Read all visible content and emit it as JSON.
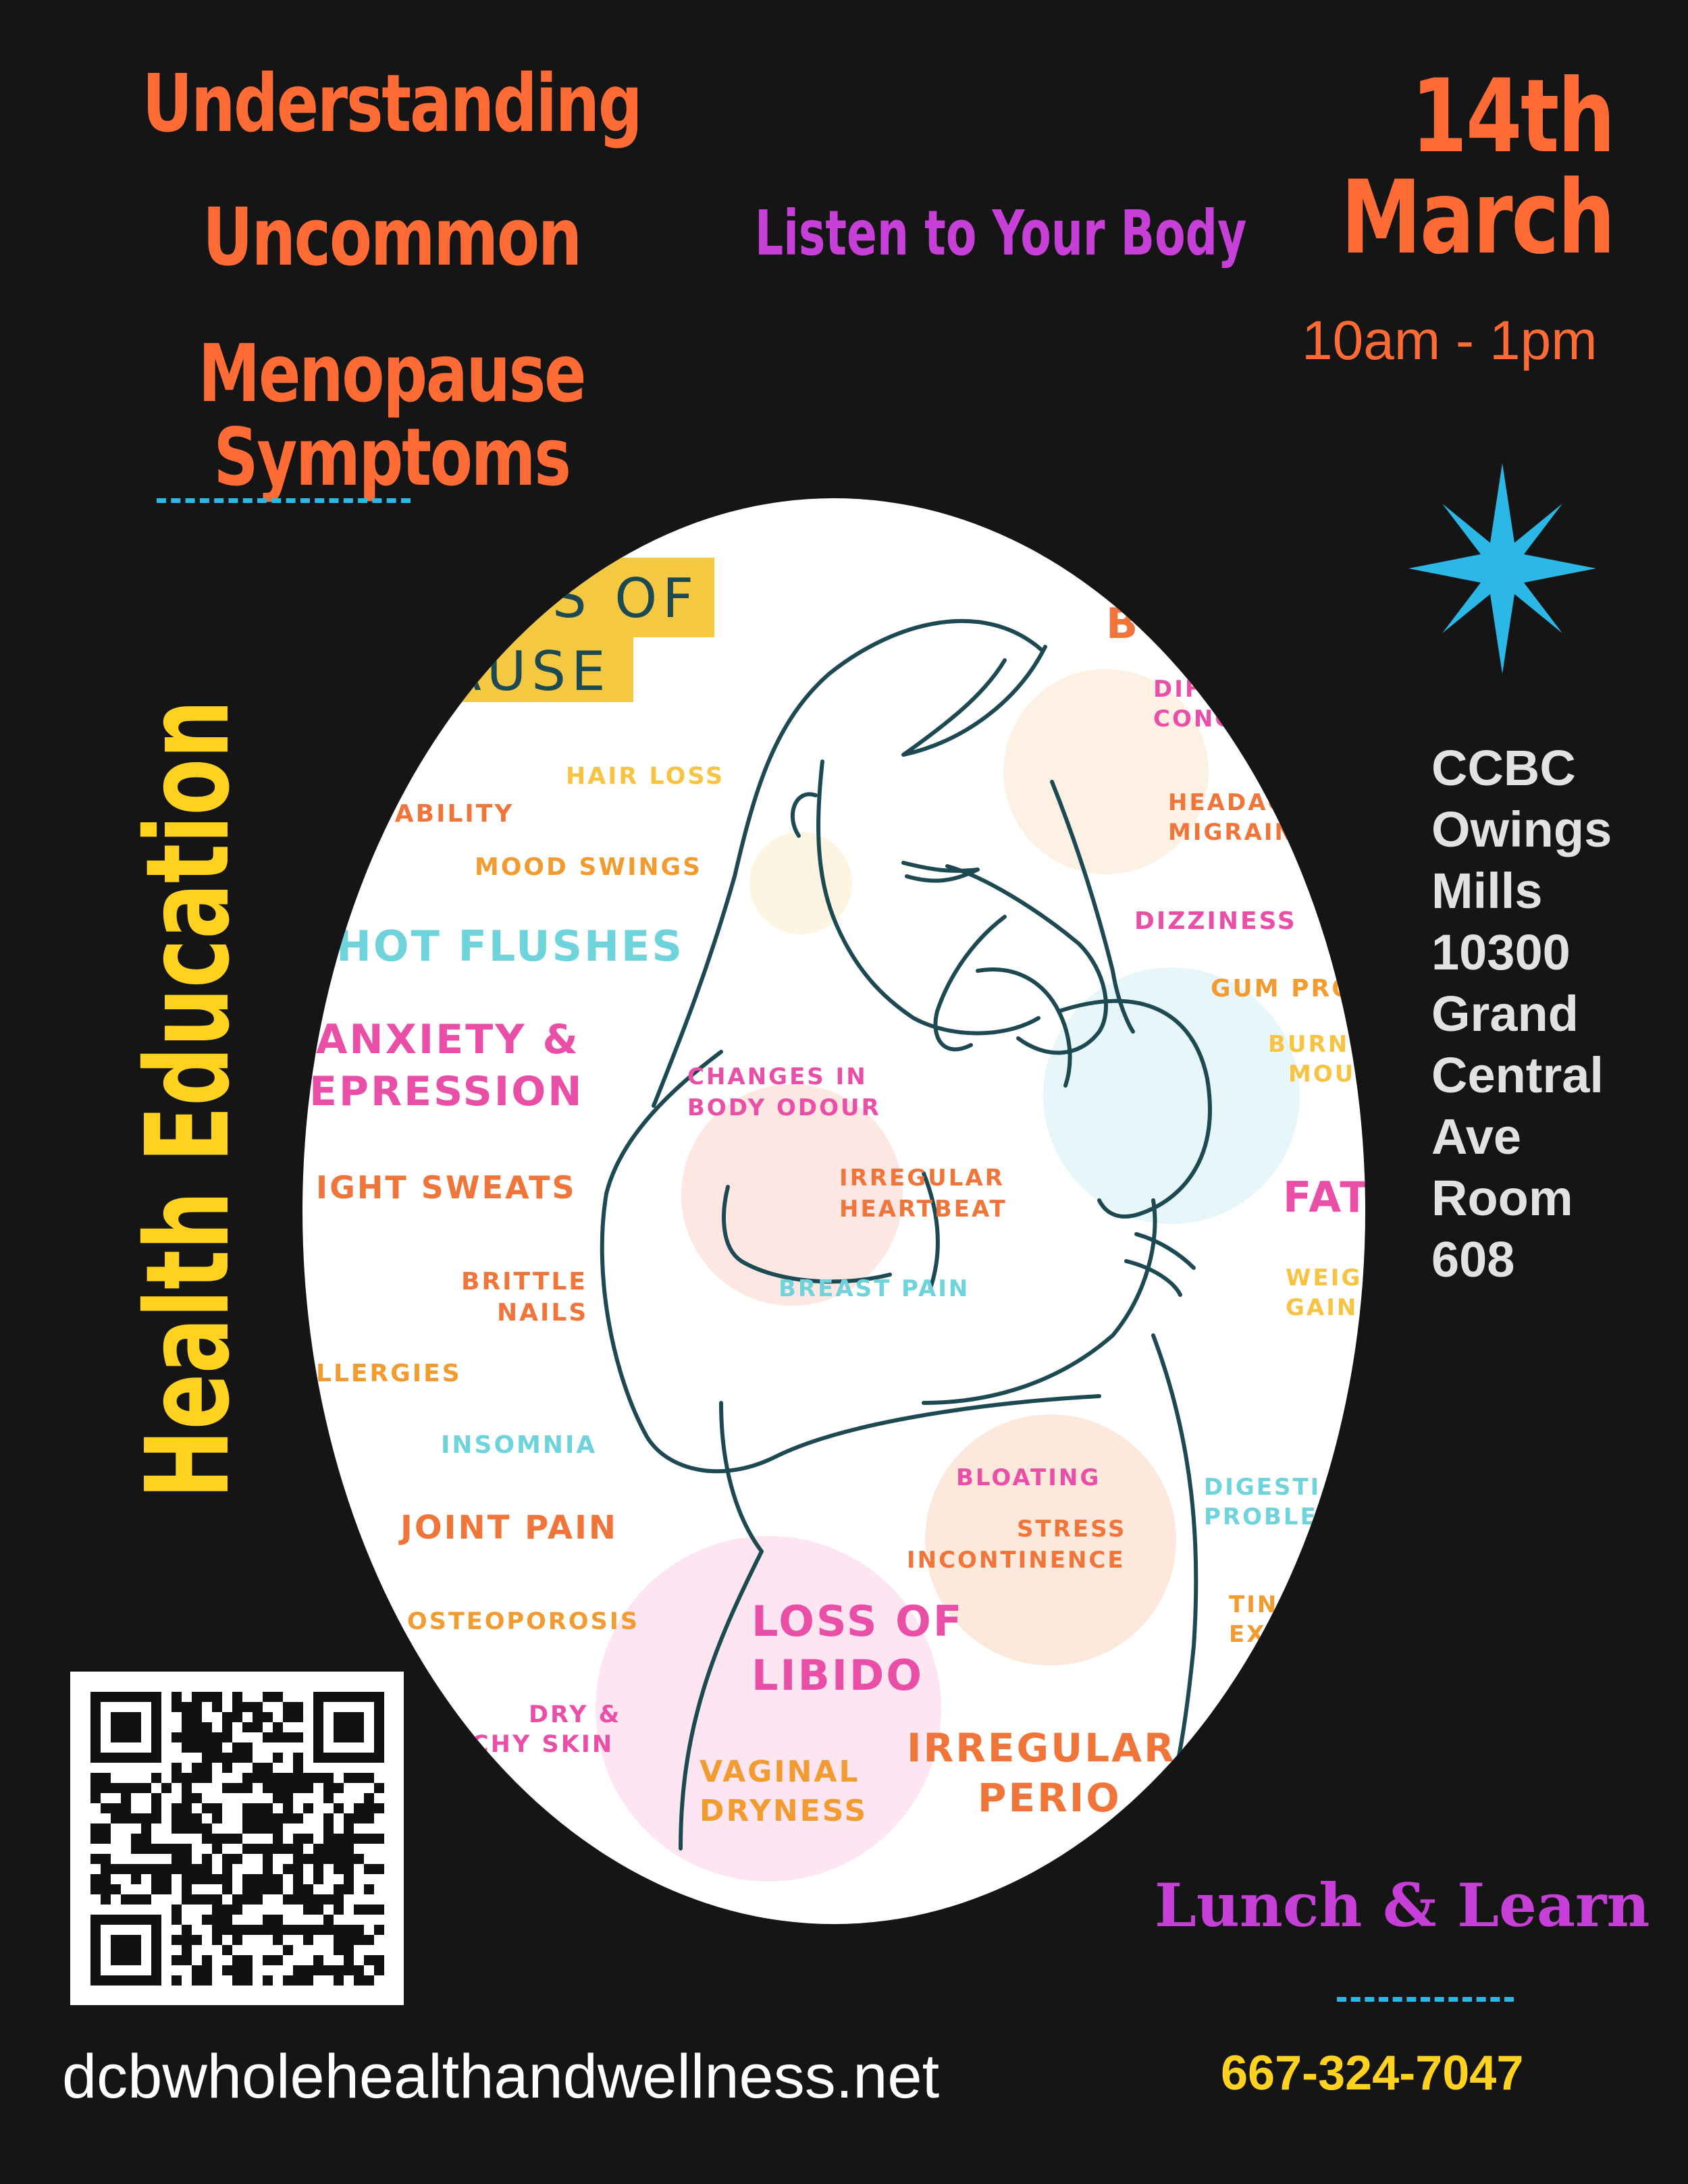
{
  "header": {
    "title_lines": [
      "Understanding",
      "Uncommon",
      "Menopause Symptoms"
    ],
    "tagline": "Listen to Your Body",
    "date_day": "14th",
    "date_month": "March",
    "time": "10am - 1pm"
  },
  "side_banner": {
    "text": "Health Education"
  },
  "location": {
    "lines": [
      "CCBC",
      "Owings",
      "Mills",
      "10300",
      "Grand",
      "Central",
      "Ave",
      "Room",
      "608"
    ]
  },
  "event": {
    "type": "Lunch & Learn",
    "phone": "667-324-7047"
  },
  "website": "dcbwholehealthandwellness.net",
  "illustration": {
    "banner_lines": [
      "S OF",
      "AUSE"
    ],
    "symptoms": [
      {
        "text": "HAIR LOSS",
        "color": "#f6c343"
      },
      {
        "text": "TABILITY",
        "color": "#f0753a"
      },
      {
        "text": "MOOD SWINGS",
        "color": "#f29b30"
      },
      {
        "text": "HOT FLUSHES",
        "color": "#6fd3dc"
      },
      {
        "text": "ANXIETY &",
        "color": "#ea4fa8"
      },
      {
        "text": "EPRESSION",
        "color": "#ea4fa8"
      },
      {
        "text": "IGHT SWEATS",
        "color": "#f0753a"
      },
      {
        "text": "BRITTLE",
        "color": "#f0753a"
      },
      {
        "text": "NAILS",
        "color": "#f0753a"
      },
      {
        "text": "LLERGIES",
        "color": "#f29b30"
      },
      {
        "text": "INSOMNIA",
        "color": "#6fd3dc"
      },
      {
        "text": "JOINT PAIN",
        "color": "#f0753a"
      },
      {
        "text": "OSTEOPOROSIS",
        "color": "#f29b30"
      },
      {
        "text": "DRY &",
        "color": "#ea4fa8"
      },
      {
        "text": "CHY SKIN",
        "color": "#ea4fa8"
      },
      {
        "text": "CHANGES IN",
        "color": "#ea4fa8"
      },
      {
        "text": "BODY ODOUR",
        "color": "#ea4fa8"
      },
      {
        "text": "IRREGULAR",
        "color": "#f0753a"
      },
      {
        "text": "HEARTBEAT",
        "color": "#f0753a"
      },
      {
        "text": "BREAST PAIN",
        "color": "#6fd3dc"
      },
      {
        "text": "BLOATING",
        "color": "#ea4fa8"
      },
      {
        "text": "STRESS",
        "color": "#f0753a"
      },
      {
        "text": "INCONTINENCE",
        "color": "#f0753a"
      },
      {
        "text": "LOSS OF",
        "color": "#ea4fa8"
      },
      {
        "text": "LIBIDO",
        "color": "#ea4fa8"
      },
      {
        "text": "VAGINAL",
        "color": "#f29b30"
      },
      {
        "text": "DRYNESS",
        "color": "#f29b30"
      },
      {
        "text": "IRREGULAR",
        "color": "#f0753a"
      },
      {
        "text": "PERIO",
        "color": "#f0753a"
      },
      {
        "text": "B",
        "color": "#f0753a"
      },
      {
        "text": "DIF",
        "color": "#ea4fa8"
      },
      {
        "text": "CONC",
        "color": "#ea4fa8"
      },
      {
        "text": "HEADAC",
        "color": "#f0753a"
      },
      {
        "text": "MIGRAIN",
        "color": "#f0753a"
      },
      {
        "text": "DIZZINESS",
        "color": "#ea4fa8"
      },
      {
        "text": "GUM PRO",
        "color": "#f29b30"
      },
      {
        "text": "BURN",
        "color": "#f6c343"
      },
      {
        "text": "MOU",
        "color": "#f6c343"
      },
      {
        "text": "FAT",
        "color": "#ea4fa8"
      },
      {
        "text": "WEIG",
        "color": "#f6c343"
      },
      {
        "text": "GAIN",
        "color": "#f6c343"
      },
      {
        "text": "DIGESTI",
        "color": "#6fd3dc"
      },
      {
        "text": "PROBLE",
        "color": "#6fd3dc"
      },
      {
        "text": "TIN",
        "color": "#f29b30"
      },
      {
        "text": "EX",
        "color": "#f29b30"
      }
    ]
  },
  "colors": {
    "background": "#151515",
    "orange": "#ff6b35",
    "purple": "#c63fd6",
    "yellow": "#ffd21f",
    "cyan": "#2bb8e6",
    "line_art": "#1d4a52"
  },
  "icons": [
    "star-burst-icon",
    "qr-code"
  ]
}
